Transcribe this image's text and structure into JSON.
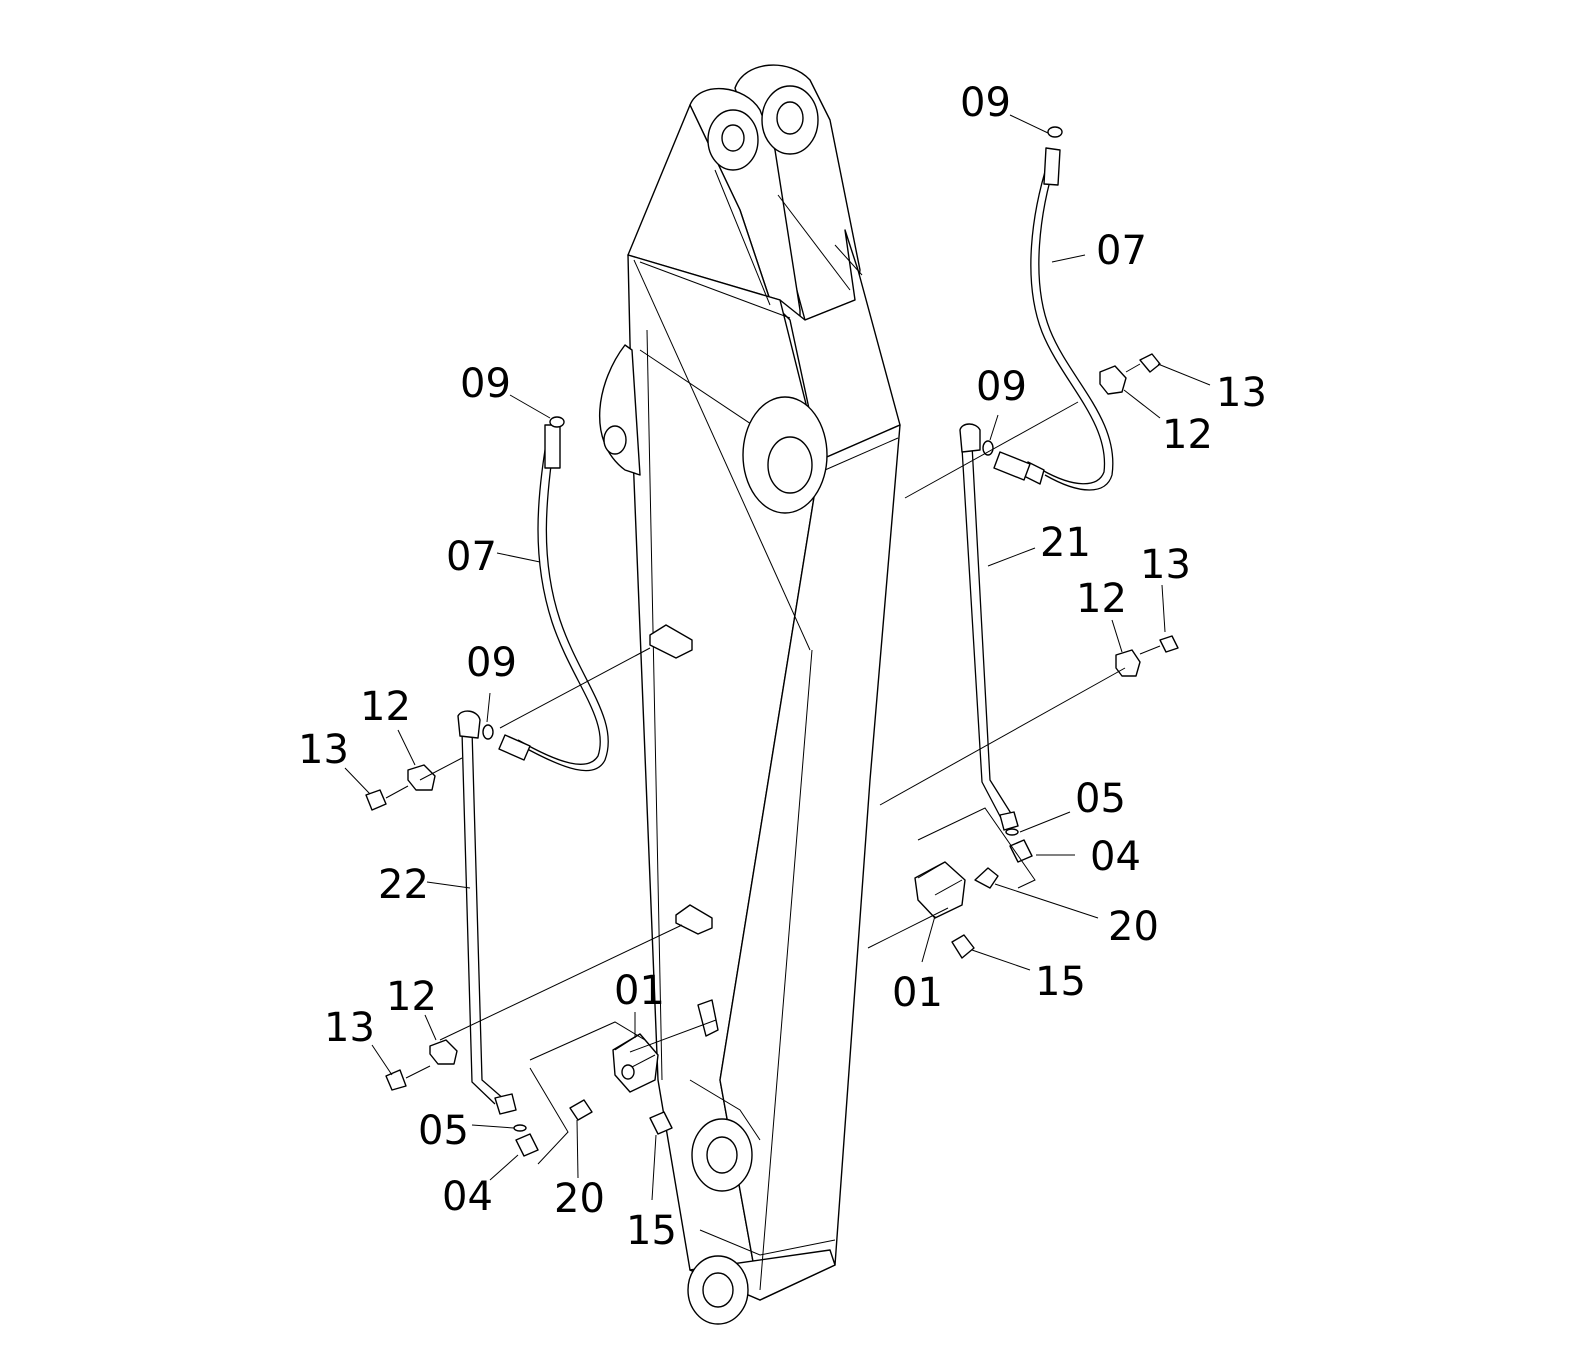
{
  "callouts": [
    {
      "id": "c1",
      "text": "09"
    },
    {
      "id": "c2",
      "text": "07"
    },
    {
      "id": "c3",
      "text": "13"
    },
    {
      "id": "c4",
      "text": "12"
    },
    {
      "id": "c5",
      "text": "09"
    },
    {
      "id": "c6",
      "text": "21"
    },
    {
      "id": "c7",
      "text": "13"
    },
    {
      "id": "c8",
      "text": "12"
    },
    {
      "id": "c9",
      "text": "05"
    },
    {
      "id": "c10",
      "text": "04"
    },
    {
      "id": "c11",
      "text": "20"
    },
    {
      "id": "c12",
      "text": "15"
    },
    {
      "id": "c13",
      "text": "01"
    },
    {
      "id": "c14",
      "text": "09"
    },
    {
      "id": "c15",
      "text": "07"
    },
    {
      "id": "c16",
      "text": "09"
    },
    {
      "id": "c17",
      "text": "12"
    },
    {
      "id": "c18",
      "text": "13"
    },
    {
      "id": "c19",
      "text": "22"
    },
    {
      "id": "c20",
      "text": "12"
    },
    {
      "id": "c21",
      "text": "13"
    },
    {
      "id": "c22",
      "text": "01"
    },
    {
      "id": "c23",
      "text": "05"
    },
    {
      "id": "c24",
      "text": "04"
    },
    {
      "id": "c25",
      "text": "20"
    },
    {
      "id": "c26",
      "text": "15"
    }
  ]
}
